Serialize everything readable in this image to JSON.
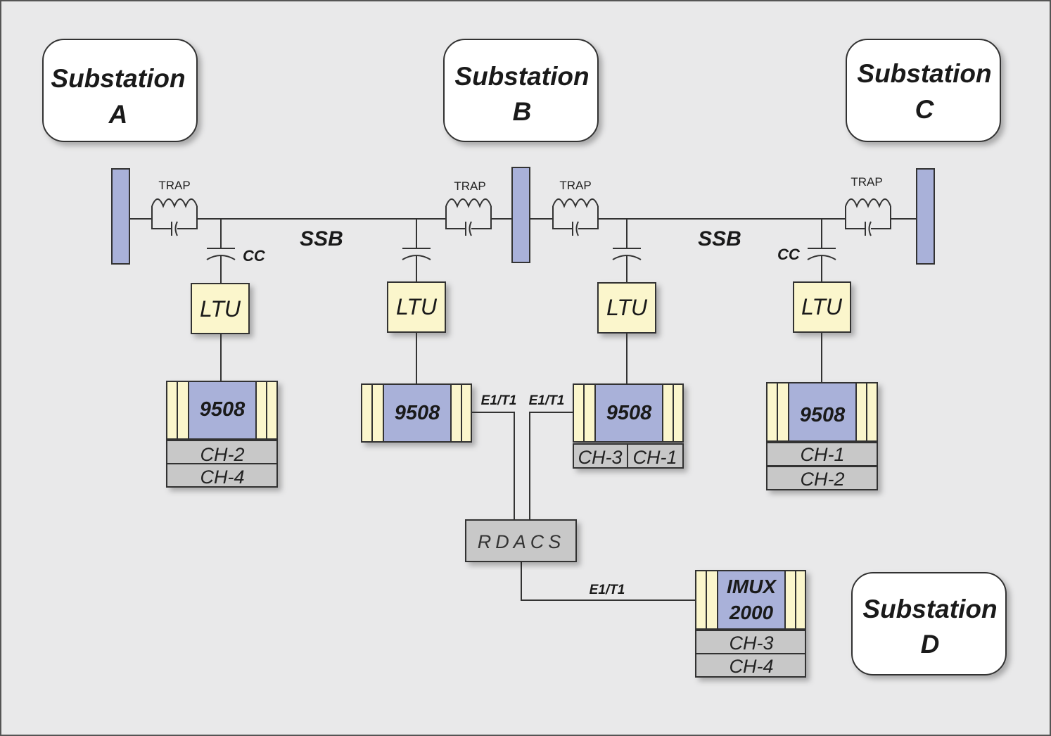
{
  "substations": [
    {
      "line1": "Substation",
      "line2": "A"
    },
    {
      "line1": "Substation",
      "line2": "B"
    },
    {
      "line1": "Substation",
      "line2": "C"
    },
    {
      "line1": "Substation",
      "line2": "D"
    }
  ],
  "traps": [
    "TRAP",
    "TRAP",
    "TRAP",
    "TRAP"
  ],
  "links": [
    "SSB",
    "SSB"
  ],
  "coupling_capacitors": [
    "CC",
    "CC"
  ],
  "ltus": [
    "LTU",
    "LTU",
    "LTU",
    "LTU"
  ],
  "terminals": [
    "9508",
    "9508",
    "9508",
    "9508"
  ],
  "channels": {
    "a": [
      "CH-2",
      "CH-4"
    ],
    "b_right": [
      "CH-3",
      "CH-1"
    ],
    "c": [
      "CH-1",
      "CH-2"
    ]
  },
  "e1t1": [
    "E1/T1",
    "E1/T1",
    "E1/T1"
  ],
  "rdacs": "RDACS",
  "imux": {
    "line1": "IMUX",
    "line2": "2000",
    "channels": [
      "CH-3",
      "CH-4"
    ]
  },
  "colors": {
    "background": "#e9e9ea",
    "bus": "#a9b1d9",
    "ltu": "#fbf6cc",
    "terminal_core": "#a9b1d9",
    "terminal_side": "#fbf6cc",
    "channel": "#c8c8c8",
    "line": "#333333"
  }
}
